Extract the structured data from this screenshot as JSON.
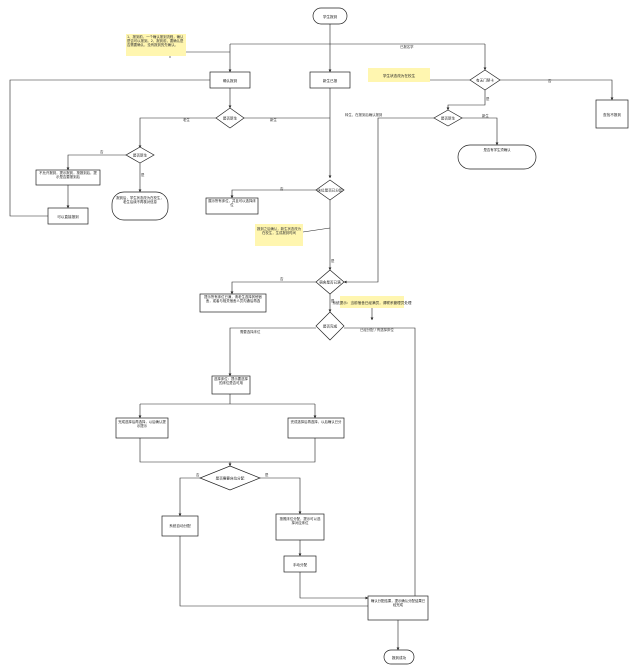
{
  "nodes": {
    "start": "学生报到",
    "confirm_report": "确认报到",
    "new_bed": "新生已报",
    "change_check": "有无门禁卡",
    "is_new_student": "是否新生",
    "dept_check": "是否新生",
    "no_card": "查找不报到",
    "reg_confirm": "是否有学生须确认",
    "not_allowed": "不允许报到，提示报到，按报到后，提示是否要报到后",
    "mark_report": "可以直接报到",
    "status_note": "报到后，学生状态改为在校生，老生后续不再核对信息",
    "bed_check": "床位是否已分配",
    "show_bed": "展示所有床位，并且可以选择床位",
    "mark_checkin": "报到之后，新生状态改为在校生，生成报到时间",
    "room_check": "宿舍是否已满",
    "room_tip": "提示所有床位已满，请老生选择其他宿舍，或者与相关宿舍人员沟通后再选",
    "is_done": "是否完成",
    "choose_bed_info": "选择床位：提示要选择的床位是否可用",
    "option_a": "完成选择后再选择，以后确认提示提示",
    "option_b": "完成选择后再选择，以后确认已分",
    "bed_select": "是否需要床位分配",
    "auto_assign": "系统自动分配",
    "manual_select": "按照床位分配，提示可以选择对应床位",
    "manual_assign": "手动分配",
    "confirm_result": "确认分配结果，提示确认分配结果已经完成",
    "end": "报到成功"
  },
  "notes": {
    "top_note": "1、报到前，一个确认报到流程，确认是否可以报到。2、报到前，要确认是否需要确认，没有报到的先确认。",
    "side_note": "学生状态改为在校生",
    "bed_note": "报到之后确认，新生状态改为在校生，生成报到时间",
    "room_note": "系统提示：当前宿舍已经满员，请联系管理员处理"
  },
  "labels": {
    "reported": "已报名学",
    "not_new": "老生",
    "new": "新生",
    "yes": "是",
    "no": "否",
    "transfer": "转生、在报到后确认报到",
    "need_choose": "需要选择床位",
    "already_assigned": "已经分配 / 有选择床位",
    "done": "是",
    "not_done": "否"
  }
}
